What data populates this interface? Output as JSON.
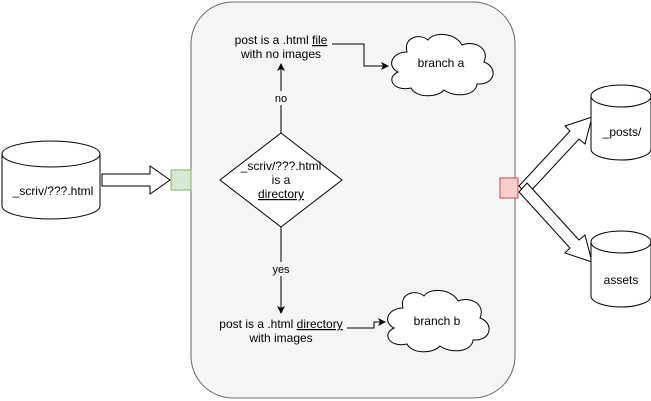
{
  "input_db": {
    "label": "_scriv/???.html"
  },
  "decision": {
    "line1": "_scriv/???.html",
    "line2": "is a",
    "line3": "directory"
  },
  "top_box": {
    "line1_prefix": "post is a .html ",
    "line1_underlined": "file",
    "line2": "with no images"
  },
  "bottom_box": {
    "line1_prefix": "post is a .html ",
    "line1_underlined": "directory",
    "line2": "with images"
  },
  "edges": {
    "no": "no",
    "yes": "yes"
  },
  "clouds": {
    "a": "branch a",
    "b": "branch b"
  },
  "outputs": {
    "posts": "_posts/",
    "assets": "assets"
  },
  "colors": {
    "container_fill": "#f5f5f5",
    "in_port_fill": "#d5e8d4",
    "in_port_stroke": "#82b366",
    "out_port_fill": "#f8cecc",
    "out_port_stroke": "#b85450"
  }
}
